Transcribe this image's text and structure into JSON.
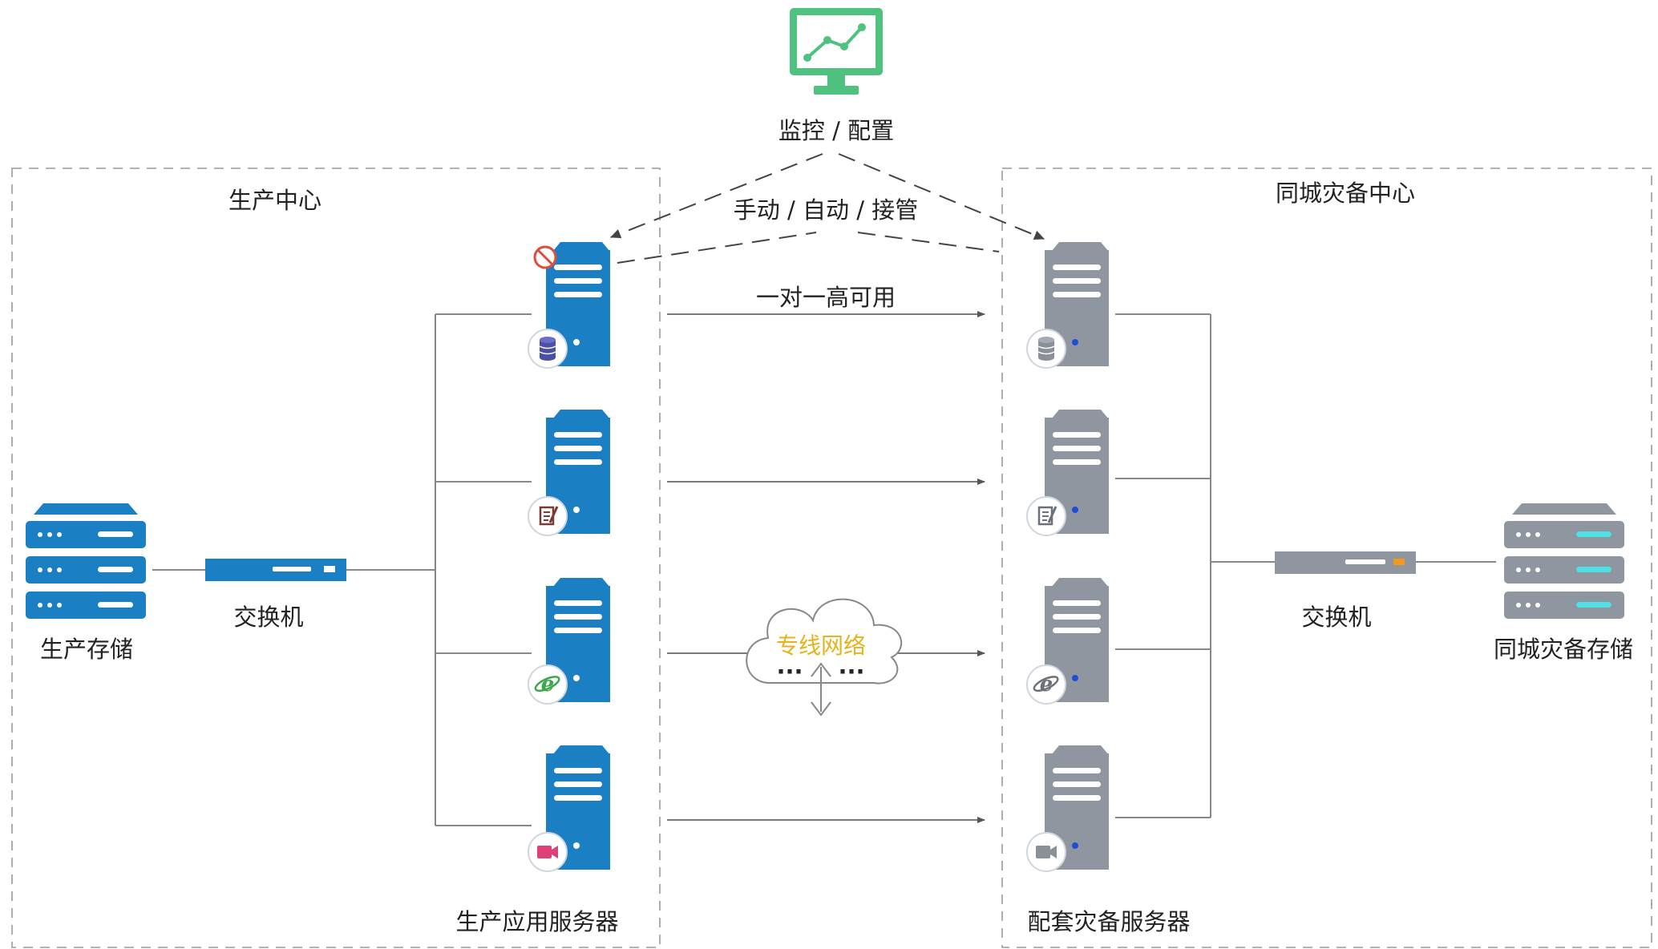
{
  "monitor": {
    "label": "监控 / 配置",
    "color": "#4ec27e"
  },
  "switch_mode": {
    "label": "手动 / 自动 / 接管"
  },
  "production_center": {
    "title": "生产中心",
    "storage_label": "生产存储",
    "switch_label": "交换机",
    "servers_label": "生产应用服务器",
    "color": "#1b7fc4",
    "servers": [
      {
        "badge_icon": "database-icon",
        "status_icon": "blocked-icon"
      },
      {
        "badge_icon": "document-edit-icon"
      },
      {
        "badge_icon": "ie-browser-icon"
      },
      {
        "badge_icon": "video-camera-icon"
      }
    ]
  },
  "dr_center": {
    "title": "同城灾备中心",
    "storage_label": "同城灾备存储",
    "switch_label": "交换机",
    "servers_label": "配套灾备服务器",
    "color": "#9096a0",
    "servers": [
      {
        "badge_icon": "database-icon"
      },
      {
        "badge_icon": "document-edit-icon"
      },
      {
        "badge_icon": "ie-browser-icon"
      },
      {
        "badge_icon": "video-camera-icon"
      }
    ]
  },
  "links": {
    "ha_label": "一对一高可用",
    "network_label": "专线网络",
    "network_dots_left": "···",
    "network_dots_right": "···"
  }
}
